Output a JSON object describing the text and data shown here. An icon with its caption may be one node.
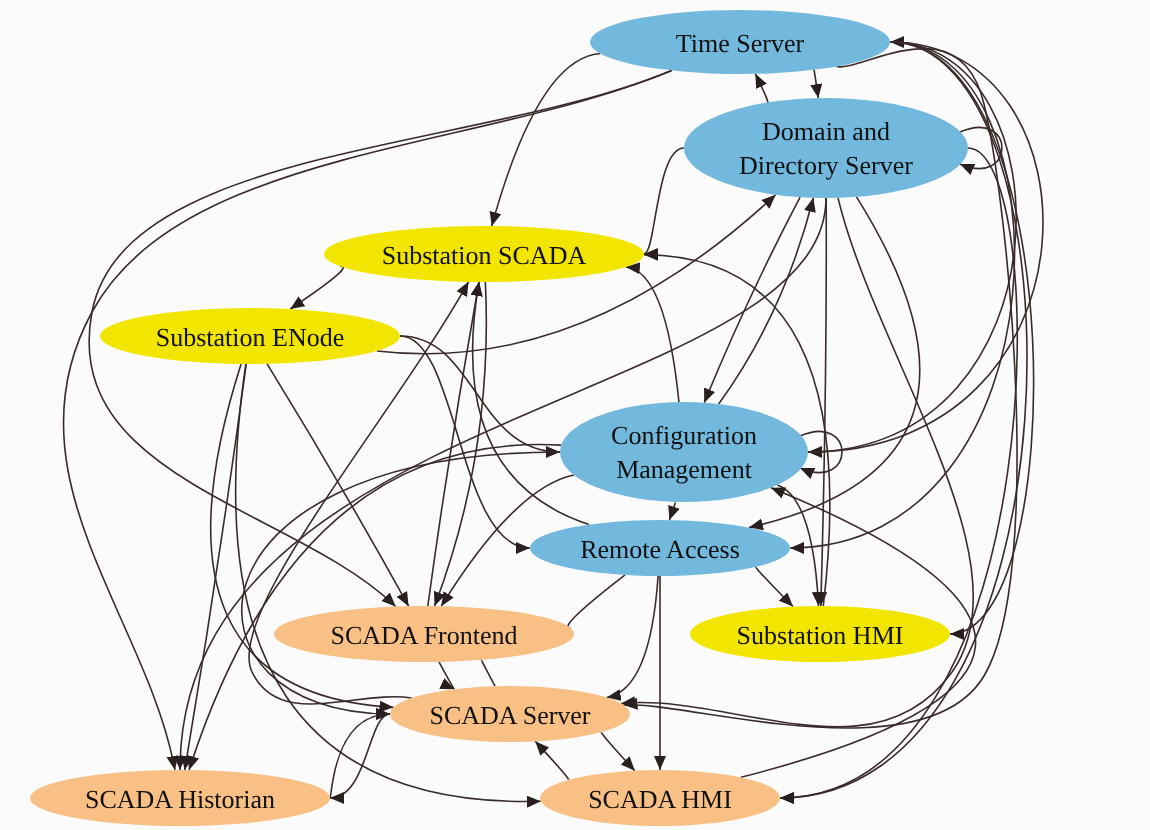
{
  "diagram": {
    "nodes": [
      {
        "text": [
          "Time Server"
        ]
      },
      {
        "text": [
          "Domain and Directory Server"
        ]
      },
      {
        "text": [
          "Substation SCADA"
        ]
      },
      {
        "text": [
          "Substation ENode"
        ]
      },
      {
        "text": [
          "Configuration Management"
        ]
      },
      {
        "text": [
          "Remote Access"
        ]
      },
      {
        "text": [
          "SCADA Frontend"
        ]
      },
      {
        "text": [
          "Substation HMI"
        ]
      },
      {
        "text": [
          "SCADA Server"
        ]
      },
      {
        "text": [
          "SCADA Historian"
        ]
      },
      {
        "text": [
          "SCADA HMI"
        ]
      }
    ],
    "edges": [
      {
        "from": 0,
        "to": 1,
        "arrow": "to"
      },
      {
        "from": 1,
        "to": 0,
        "arrow": "to"
      },
      {
        "from": 0,
        "to": 2,
        "arrow": "to"
      },
      {
        "from": 0,
        "to": 4,
        "arrow": "to"
      },
      {
        "from": 4,
        "to": 0,
        "arrow": "to"
      },
      {
        "from": 0,
        "to": 9,
        "arrow": "to"
      },
      {
        "from": 0,
        "to": 6,
        "arrow": "to"
      },
      {
        "from": 0,
        "to": 7,
        "arrow": "to"
      },
      {
        "from": 0,
        "to": 8,
        "arrow": "to"
      },
      {
        "from": 0,
        "to": 10,
        "arrow": "to"
      },
      {
        "from": 0,
        "to": 5,
        "arrow": "to"
      },
      {
        "from": 1,
        "to": 1,
        "arrow": "to"
      },
      {
        "from": 1,
        "to": 2,
        "arrow": "to"
      },
      {
        "from": 1,
        "to": 4,
        "arrow": "to"
      },
      {
        "from": 4,
        "to": 1,
        "arrow": "to"
      },
      {
        "from": 1,
        "to": 7,
        "arrow": "to"
      },
      {
        "from": 1,
        "to": 8,
        "arrow": "to"
      },
      {
        "from": 1,
        "to": 10,
        "arrow": "to"
      },
      {
        "from": 1,
        "to": 5,
        "arrow": "to"
      },
      {
        "from": 1,
        "to": 9,
        "arrow": "to"
      },
      {
        "from": 3,
        "to": 1,
        "arrow": "to"
      },
      {
        "from": 2,
        "to": 3,
        "arrow": "to"
      },
      {
        "from": 4,
        "to": 2,
        "arrow": "to"
      },
      {
        "from": 6,
        "to": 2,
        "arrow": "to"
      },
      {
        "from": 2,
        "to": 6,
        "arrow": "to"
      },
      {
        "from": 8,
        "to": 2,
        "arrow": "to"
      },
      {
        "from": 7,
        "to": 2,
        "arrow": "to"
      },
      {
        "from": 5,
        "to": 2,
        "arrow": "to"
      },
      {
        "from": 3,
        "to": 4,
        "arrow": "to"
      },
      {
        "from": 3,
        "to": 6,
        "arrow": "to"
      },
      {
        "from": 3,
        "to": 9,
        "arrow": "to"
      },
      {
        "from": 3,
        "to": 8,
        "arrow": "to"
      },
      {
        "from": 3,
        "to": 10,
        "arrow": "to"
      },
      {
        "from": 3,
        "to": 5,
        "arrow": "to"
      },
      {
        "from": 4,
        "to": 4,
        "arrow": "to"
      },
      {
        "from": 4,
        "to": 5,
        "arrow": "to"
      },
      {
        "from": 4,
        "to": 6,
        "arrow": "to"
      },
      {
        "from": 4,
        "to": 7,
        "arrow": "to"
      },
      {
        "from": 4,
        "to": 8,
        "arrow": "to"
      },
      {
        "from": 4,
        "to": 9,
        "arrow": "to"
      },
      {
        "from": 10,
        "to": 4,
        "arrow": "to"
      },
      {
        "from": 5,
        "to": 6,
        "arrow": "to"
      },
      {
        "from": 5,
        "to": 7,
        "arrow": "to"
      },
      {
        "from": 5,
        "to": 8,
        "arrow": "to"
      },
      {
        "from": 5,
        "to": 10,
        "arrow": "to"
      },
      {
        "from": 6,
        "to": 8,
        "arrow": "to"
      },
      {
        "from": 8,
        "to": 6,
        "arrow": "to"
      },
      {
        "from": 8,
        "to": 9,
        "arrow": "to"
      },
      {
        "from": 9,
        "to": 8,
        "arrow": "to"
      },
      {
        "from": 8,
        "to": 10,
        "arrow": "to"
      },
      {
        "from": 10,
        "to": 8,
        "arrow": "to"
      }
    ]
  }
}
